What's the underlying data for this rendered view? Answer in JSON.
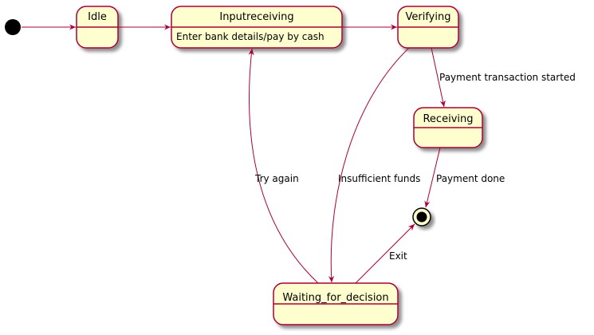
{
  "diagram": {
    "type": "state-diagram",
    "colors": {
      "state_fill": "#FEFECE",
      "state_border": "#A80036",
      "edge": "#A80036",
      "initial": "#000000"
    },
    "states": {
      "idle": {
        "title": "Idle"
      },
      "inputreceiving": {
        "title": "Inputreceiving",
        "description": "Enter bank details/pay by cash"
      },
      "verifying": {
        "title": "Verifying"
      },
      "receiving": {
        "title": "Receiving"
      },
      "waiting": {
        "title": "Waiting_for_decision"
      }
    },
    "transitions": [
      {
        "from": "start",
        "to": "Idle",
        "label": ""
      },
      {
        "from": "Idle",
        "to": "Inputreceiving",
        "label": ""
      },
      {
        "from": "Inputreceiving",
        "to": "Verifying",
        "label": ""
      },
      {
        "from": "Verifying",
        "to": "Receiving",
        "label": "Payment transaction started"
      },
      {
        "from": "Verifying",
        "to": "Waiting_for_decision",
        "label": "Insufficient funds"
      },
      {
        "from": "Receiving",
        "to": "end",
        "label": "Payment done"
      },
      {
        "from": "Waiting_for_decision",
        "to": "Inputreceiving",
        "label": "Try again"
      },
      {
        "from": "Waiting_for_decision",
        "to": "end",
        "label": "Exit"
      }
    ]
  }
}
